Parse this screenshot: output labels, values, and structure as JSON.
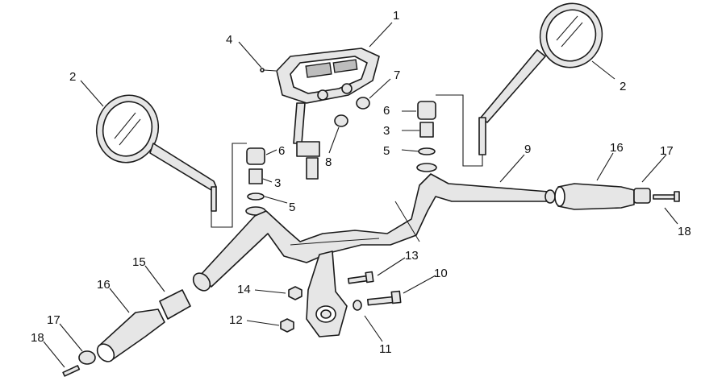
{
  "callouts": [
    {
      "id": "c1",
      "label": "1"
    },
    {
      "id": "c2a",
      "label": "2"
    },
    {
      "id": "c2b",
      "label": "2"
    },
    {
      "id": "c3a",
      "label": "3"
    },
    {
      "id": "c3b",
      "label": "3"
    },
    {
      "id": "c4",
      "label": "4"
    },
    {
      "id": "c5a",
      "label": "5"
    },
    {
      "id": "c5b",
      "label": "5"
    },
    {
      "id": "c6a",
      "label": "6"
    },
    {
      "id": "c6b",
      "label": "6"
    },
    {
      "id": "c7",
      "label": "7"
    },
    {
      "id": "c8",
      "label": "8"
    },
    {
      "id": "c9",
      "label": "9"
    },
    {
      "id": "c10",
      "label": "10"
    },
    {
      "id": "c11",
      "label": "11"
    },
    {
      "id": "c12",
      "label": "12"
    },
    {
      "id": "c13",
      "label": "13"
    },
    {
      "id": "c14",
      "label": "14"
    },
    {
      "id": "c15",
      "label": "15"
    },
    {
      "id": "c16a",
      "label": "16"
    },
    {
      "id": "c16b",
      "label": "16"
    },
    {
      "id": "c17a",
      "label": "17"
    },
    {
      "id": "c17b",
      "label": "17"
    },
    {
      "id": "c18a",
      "label": "18"
    },
    {
      "id": "c18b",
      "label": "18"
    }
  ]
}
